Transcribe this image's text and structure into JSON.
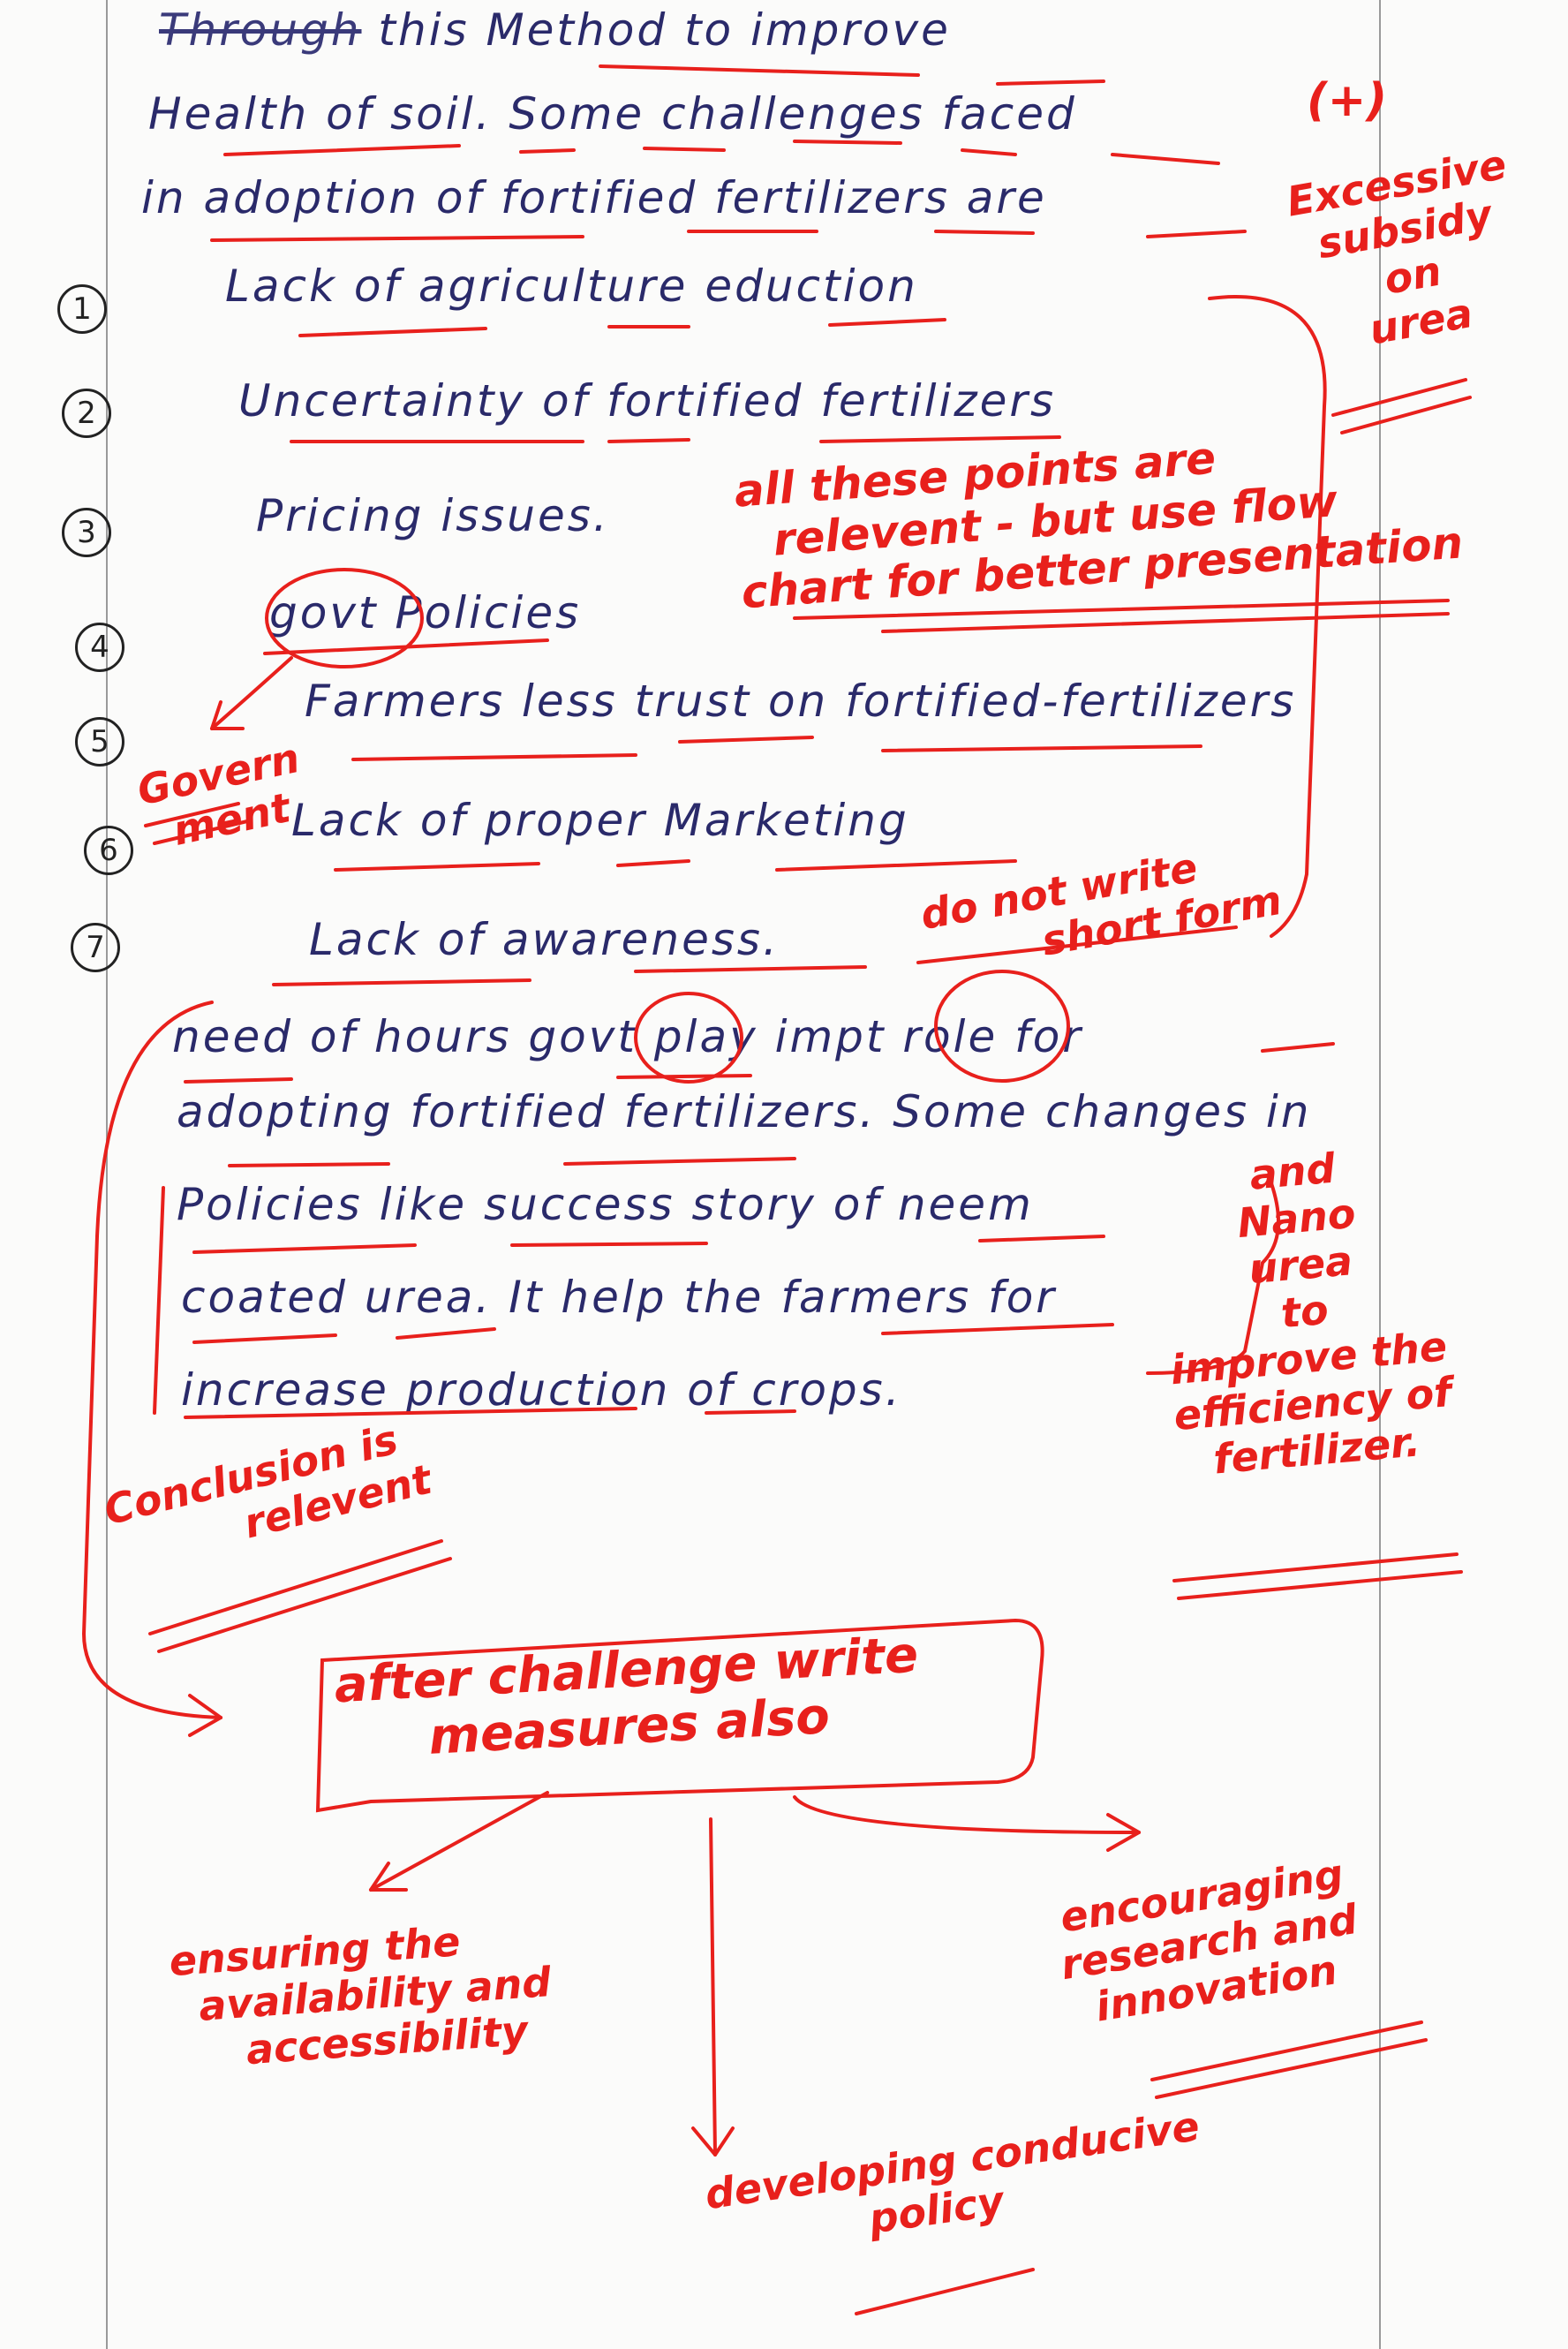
{
  "answer_lines": [
    {
      "struck": "Through",
      "text": "this Method to improve"
    },
    {
      "text": "Health of soil. Some challenges faced"
    },
    {
      "text": "in adoption of fortified fertilizers are"
    },
    {
      "text": "Lack of agriculture eduction"
    },
    {
      "text": "Uncertainty of fortified fertilizers"
    },
    {
      "text": "Pricing issues."
    },
    {
      "text": "govt Policies"
    },
    {
      "text": "Farmers less trust on fortified-fertilizers"
    },
    {
      "text": "Lack of proper Marketing"
    },
    {
      "text": "Lack of awareness."
    },
    {
      "text": "need of hours govt play impt role for"
    },
    {
      "text": "adopting fortified fertilizers. Some changes in"
    },
    {
      "text": "Policies like success story of neem"
    },
    {
      "text": "coated urea. It help the farmers for"
    },
    {
      "text": "increase production of crops."
    }
  ],
  "point_numbers": [
    "1",
    "2",
    "3",
    "4",
    "5",
    "6",
    "7"
  ],
  "remarks": {
    "plus": "(+)",
    "subsidy": [
      "Excessive",
      "subsidy",
      "on",
      "urea"
    ],
    "relevant_points": [
      "all these points are",
      "relevent - but use flow",
      "chart for better presentation"
    ],
    "government": [
      "Govern",
      "ment"
    ],
    "short_form": [
      "do not write",
      "short form"
    ],
    "nano_urea": [
      "and",
      "Nano",
      "urea",
      "to",
      "improve the",
      "efficiency of",
      "fertilizer."
    ],
    "conclusion": [
      "Conclusion is",
      "relevent"
    ],
    "measures_box": [
      "after challenge write",
      "measures also"
    ],
    "measure_1": [
      "ensuring the",
      "availability and",
      "accessibility"
    ],
    "measure_2": [
      "encouraging",
      "research and",
      "innovation"
    ],
    "measure_3": [
      "developing conducive",
      "policy"
    ]
  }
}
